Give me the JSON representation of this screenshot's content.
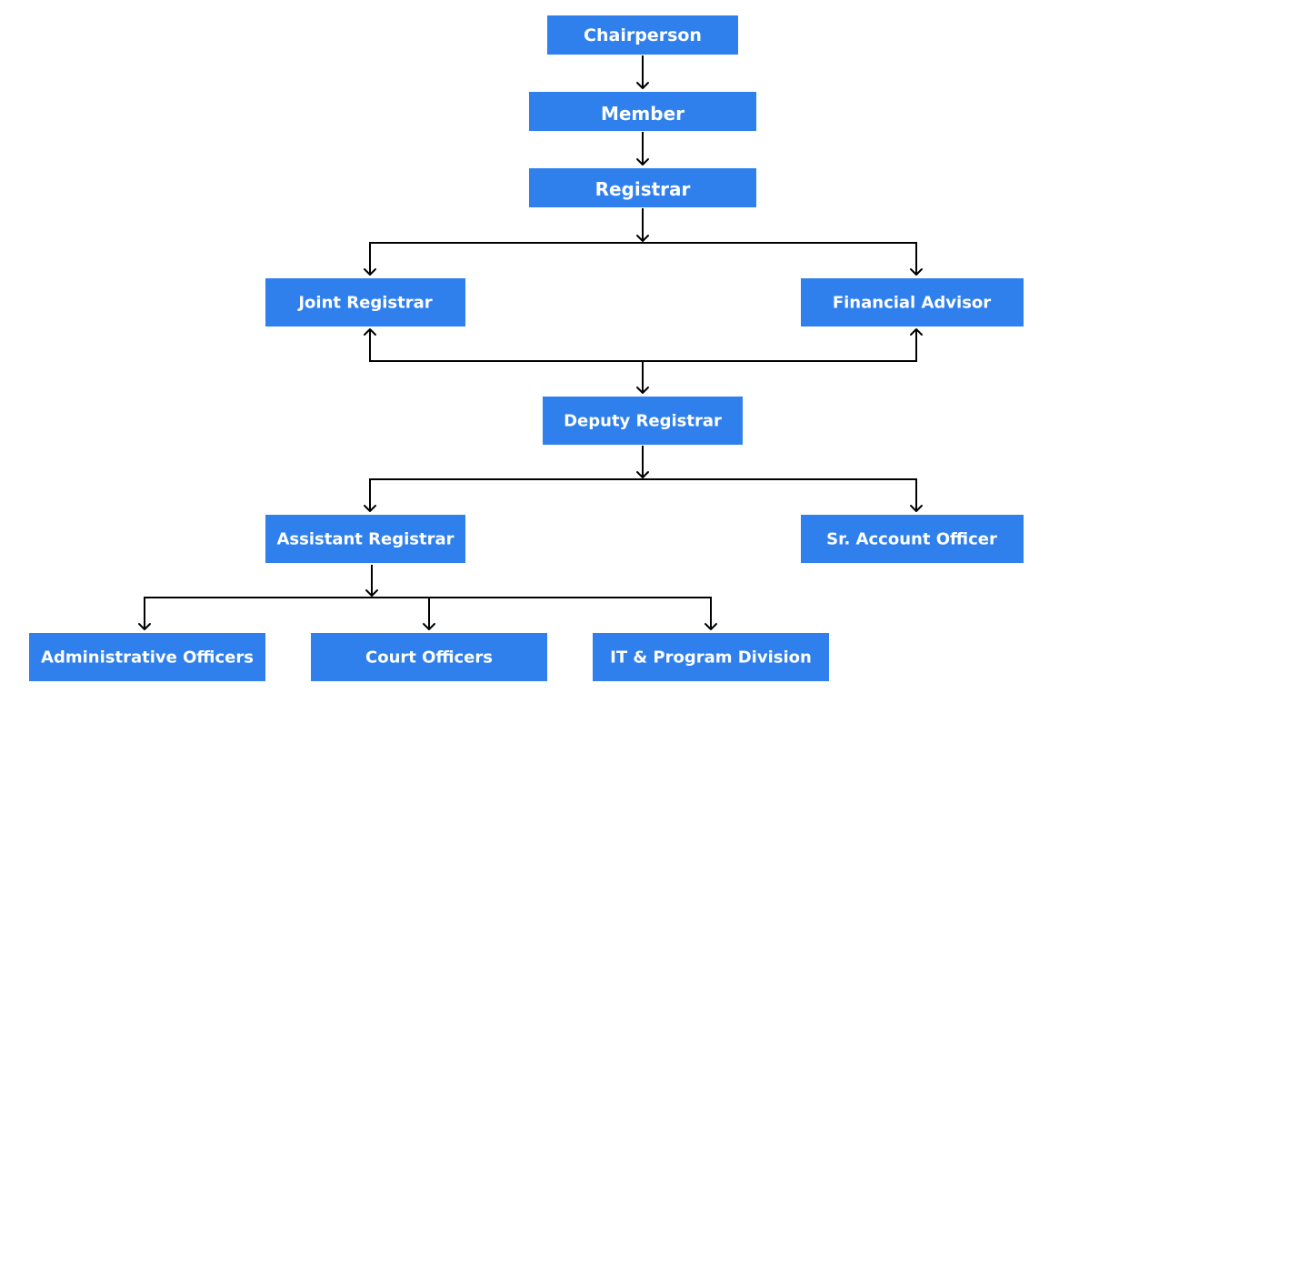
{
  "colors": {
    "box_fill": "#2f80ed",
    "box_text": "#ffffff",
    "connector": "#000000",
    "background": "#ffffff"
  },
  "nodes": {
    "chairperson": "Chairperson",
    "member": "Member",
    "registrar": "Registrar",
    "joint_registrar": "Joint Registrar",
    "financial_advisor": "Financial Advisor",
    "deputy_registrar": "Deputy Registrar",
    "assistant_registrar": "Assistant Registrar",
    "sr_account_officer": "Sr. Account Officer",
    "administrative_officers": "Administrative Officers",
    "court_officers": "Court Officers",
    "it_program_division": "IT & Program Division"
  },
  "edges": [
    {
      "from": "chairperson",
      "to": "member"
    },
    {
      "from": "member",
      "to": "registrar"
    },
    {
      "from": "registrar",
      "to": "joint_registrar"
    },
    {
      "from": "registrar",
      "to": "financial_advisor"
    },
    {
      "from": "deputy_registrar",
      "to": "joint_registrar"
    },
    {
      "from": "deputy_registrar",
      "to": "financial_advisor"
    },
    {
      "from": "deputy_registrar",
      "to": "assistant_registrar"
    },
    {
      "from": "deputy_registrar",
      "to": "sr_account_officer"
    },
    {
      "from": "assistant_registrar",
      "to": "administrative_officers"
    },
    {
      "from": "assistant_registrar",
      "to": "court_officers"
    },
    {
      "from": "assistant_registrar",
      "to": "it_program_division"
    }
  ]
}
